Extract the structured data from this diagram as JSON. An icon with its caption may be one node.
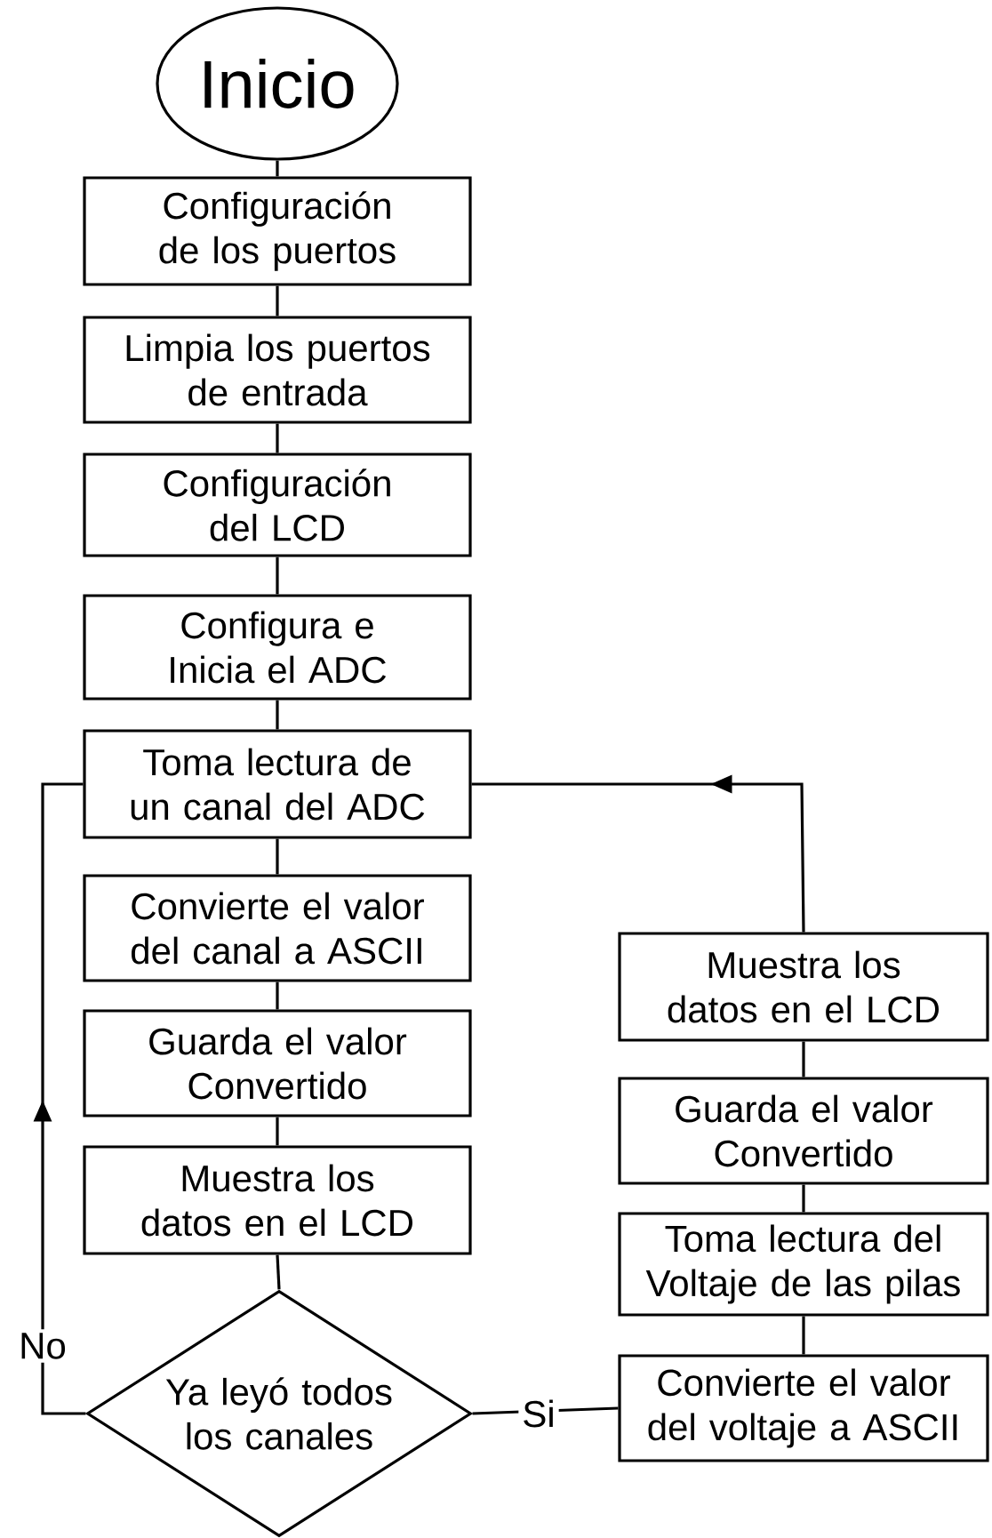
{
  "diagram": {
    "nodes": [
      {
        "text": [
          "Inicio"
        ]
      },
      {
        "text": [
          "Configuración de los puertos"
        ]
      },
      {
        "text": [
          "Limpia los puertos de entrada"
        ]
      },
      {
        "text": [
          "Configuración del LCD"
        ]
      },
      {
        "text": [
          "Configura e Inicia el ADC"
        ]
      },
      {
        "text": [
          "Toma lectura de un canal del ADC"
        ]
      },
      {
        "text": [
          "Convierte el valor del canal a ASCII"
        ]
      },
      {
        "text": [
          "Guarda el valor Convertido"
        ]
      },
      {
        "text": [
          "Muestra los datos en el LCD"
        ]
      },
      {
        "text": [
          "Ya leyó todos los canales"
        ]
      },
      {
        "text": [
          "Convierte el valor del voltaje a ASCII"
        ]
      },
      {
        "text": [
          "Toma lectura del Voltaje de las pilas"
        ]
      },
      {
        "text": [
          "Guarda el valor Convertido"
        ]
      },
      {
        "text": [
          "Muestra los datos en el LCD"
        ]
      }
    ],
    "edges": [
      {
        "from": 0,
        "to": 1,
        "arrow": "none"
      },
      {
        "from": 1,
        "to": 2,
        "arrow": "none"
      },
      {
        "from": 2,
        "to": 3,
        "arrow": "none"
      },
      {
        "from": 3,
        "to": 4,
        "arrow": "none"
      },
      {
        "from": 4,
        "to": 5,
        "arrow": "none"
      },
      {
        "from": 5,
        "to": 6,
        "arrow": "none"
      },
      {
        "from": 6,
        "to": 7,
        "arrow": "none"
      },
      {
        "from": 7,
        "to": 8,
        "arrow": "none"
      },
      {
        "from": 8,
        "to": 9,
        "arrow": "none"
      },
      {
        "from": 9,
        "to": 5,
        "arrow": "to",
        "label": "No"
      },
      {
        "from": 9,
        "to": 10,
        "arrow": "none",
        "label": "Si"
      },
      {
        "from": 10,
        "to": 11,
        "arrow": "none"
      },
      {
        "from": 11,
        "to": 12,
        "arrow": "none"
      },
      {
        "from": 12,
        "to": 13,
        "arrow": "none"
      },
      {
        "from": 13,
        "to": 5,
        "arrow": "to"
      }
    ]
  }
}
